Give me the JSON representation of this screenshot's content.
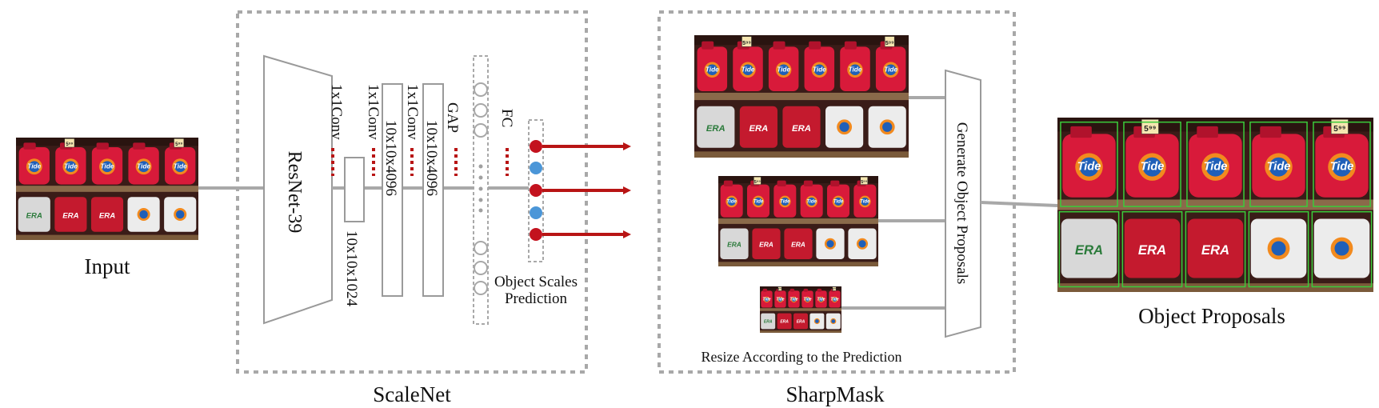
{
  "labels": {
    "input": "Input",
    "scalenet": "ScaleNet",
    "sharpmask": "SharpMask",
    "object_proposals": "Object Proposals",
    "resnet": "ResNet-39",
    "conv1": "1x1Conv",
    "conv2": "1x1Conv",
    "conv3": "1x1Conv",
    "gap": "GAP",
    "fc": "FC",
    "feat1": "10x10x1024",
    "feat2": "10x10x4096",
    "feat3": "10x10x4096",
    "scales_line1": "Object Scales",
    "scales_line2": "Prediction",
    "generate": "Generate Object Proposals",
    "resize": "Resize According to the Prediction"
  },
  "price_tags": [
    "5⁹⁹",
    "5⁹⁹",
    "5⁹⁹",
    "5⁹⁹",
    "5⁹⁹",
    "5⁹⁹",
    "5⁹⁹",
    "5⁹⁹"
  ],
  "brands": {
    "top": "Tide",
    "bottom": "ERA"
  },
  "colors": {
    "arrow_red": "#b81414",
    "node_red": "#c3121e",
    "node_blue": "#4b96d8",
    "box_outline": "#9a9a9a",
    "dashed_border": "#a8a8a8",
    "connector": "#a8a8a8",
    "proposal_box": "#3bcc3b",
    "bottle_red": "#d81a3a",
    "shelf_bg": "#3a1c18"
  },
  "prediction_nodes": [
    "red",
    "blue",
    "red",
    "blue",
    "red"
  ],
  "icons": [
    "tide-bottle-icon",
    "era-bottle-icon",
    "price-tag-icon",
    "right-arrow-icon"
  ]
}
